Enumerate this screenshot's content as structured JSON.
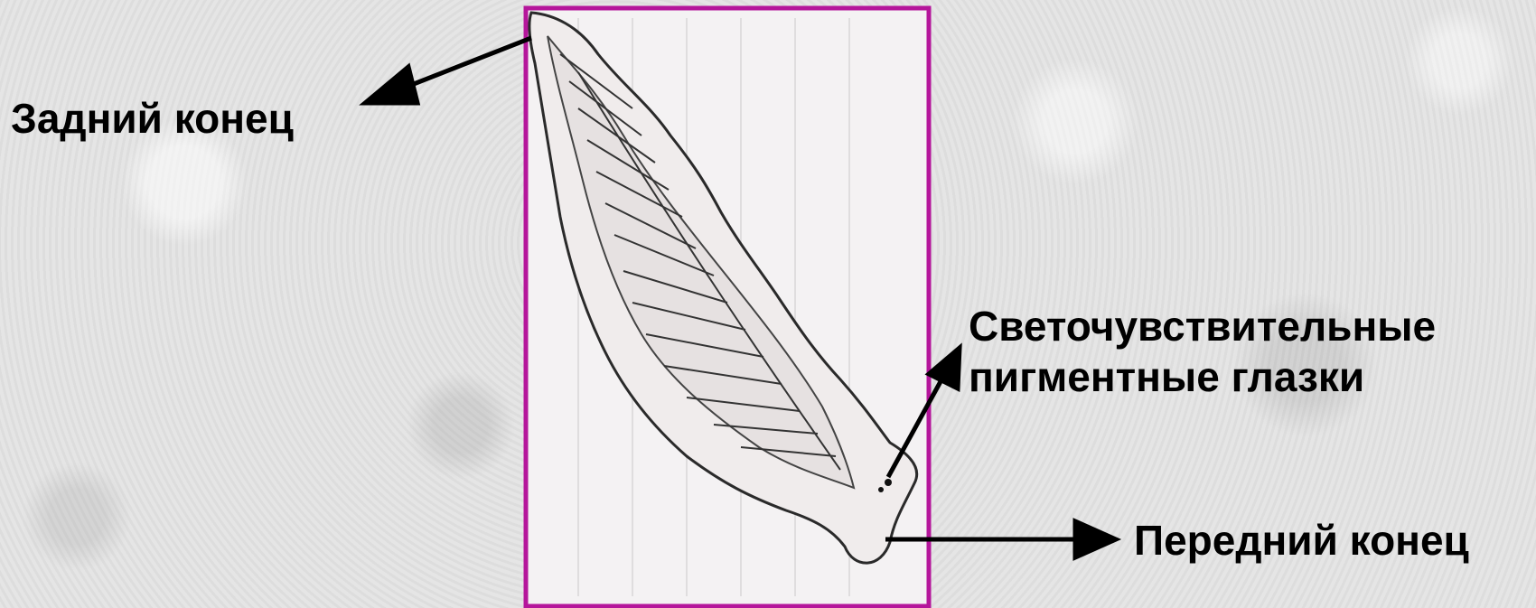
{
  "labels": {
    "posterior_end": "Задний конец",
    "eyes_line1": "Светочувствительные",
    "eyes_line2": "пигментные глазки",
    "anterior_end": "Передний конец"
  },
  "colors": {
    "frame": "#b5169b",
    "ink": "#000000",
    "paper": "#f4f2f3"
  }
}
